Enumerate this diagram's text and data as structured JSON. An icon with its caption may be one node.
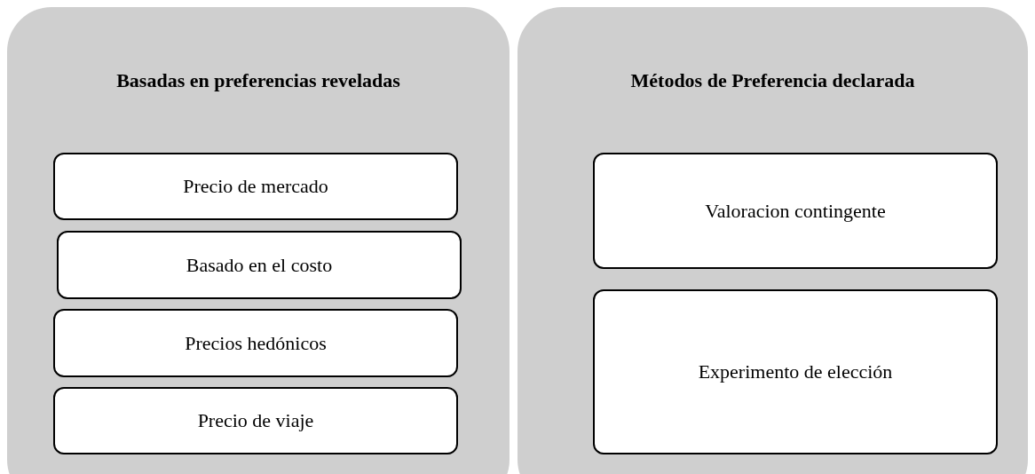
{
  "diagram": {
    "nodes": [
      {
        "text": [
          "Basadas en preferencias reveladas"
        ]
      },
      {
        "text": [
          "Precio de mercado"
        ],
        "in": 0
      },
      {
        "text": [
          "Basado en el costo"
        ],
        "in": 0
      },
      {
        "text": [
          "Precios hedónicos"
        ],
        "in": 0
      },
      {
        "text": [
          "Precio de viaje"
        ],
        "in": 0
      },
      {
        "text": [
          "Métodos de Preferencia declarada"
        ]
      },
      {
        "text": [
          "Valoracion contingente"
        ],
        "in": 5
      },
      {
        "text": [
          "Experimento de elección"
        ],
        "in": 5
      }
    ]
  }
}
